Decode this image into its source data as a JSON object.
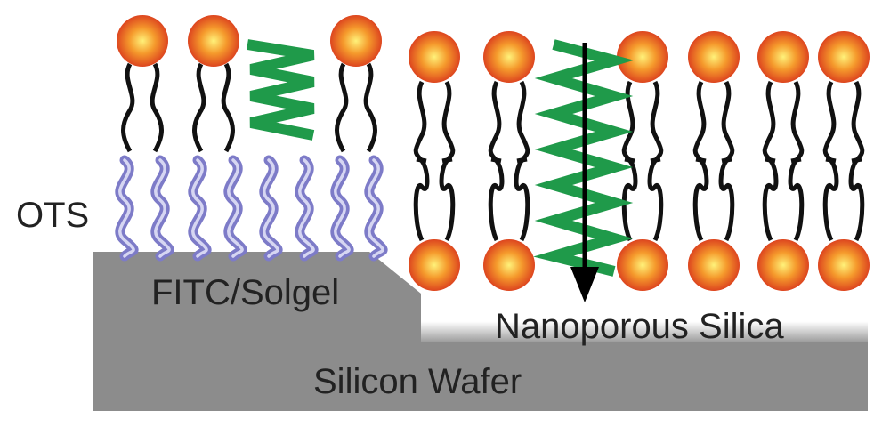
{
  "labels": {
    "ots": "OTS",
    "fitc_solgel": "FITC/Solgel",
    "nanoporous_silica": "Nanoporous Silica",
    "silicon_wafer": "Silicon Wafer"
  },
  "colors": {
    "wafer": "#8c8c8c",
    "lipid_head": "#e4572e",
    "lipid_head_center": "#ffe066",
    "lipid_tail": "#111111",
    "ots_chain": "#9a9ad6",
    "peptide": "#1f9a4a",
    "arrow": "#000000"
  },
  "icons": {
    "lipid_head": "sphere",
    "peptide": "zigzag-helix",
    "ots": "wavy-chain"
  }
}
